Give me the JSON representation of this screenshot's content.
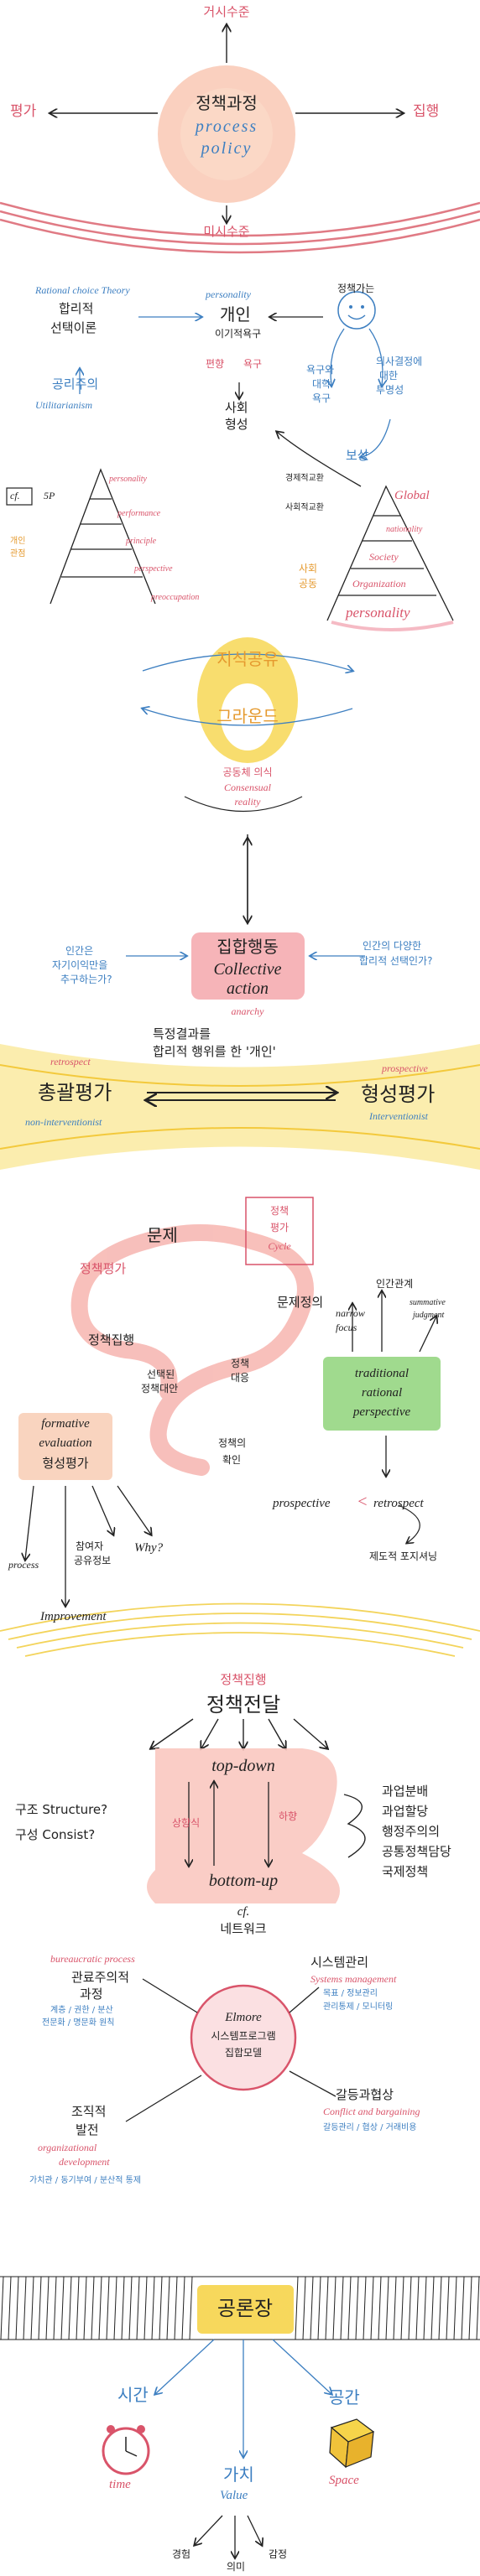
{
  "colors": {
    "red": "#d9546a",
    "blue": "#3d7fc1",
    "orange": "#e59a2f",
    "yellow": "#f6d44a",
    "pink": "#f7b9b4",
    "green": "#8fd37a",
    "salmon": "#f8cfb8"
  },
  "s1": {
    "top": "거시수준",
    "left": "평가",
    "right": "집행",
    "bottom": "미시수준",
    "center_ko": "정책과정",
    "center_en1": "process",
    "center_en2": "policy"
  },
  "s2": {
    "rct_en": "Rational choice Theory",
    "rct_ko1": "합리적",
    "rct_ko2": "선택이론",
    "personality_en": "personality",
    "gaein": "개인",
    "igijeok": "이기적욕구",
    "pyeonhyang": "편향",
    "yokgu": "욕구",
    "sahoe": "사회",
    "hyeongseong": "형성",
    "gongri_ko": "공리주의",
    "utilitarianism": "Utilitarianism",
    "jeongchaekga": "정책가는",
    "motive1": "욕구와",
    "motive2": "대학",
    "motive3": "욕구",
    "motive4": "의사결정에",
    "motive5": "대한",
    "motive6": "투명성",
    "bosang": "보상",
    "arrow_a": "경제적교환",
    "arrow_b": "사회적교환"
  },
  "s3": {
    "cf": "cf.",
    "p5": "5P",
    "left_tri": [
      "personality",
      "performance",
      "principle",
      "perspective",
      "preoccupation"
    ],
    "left_side1": "개인",
    "left_side2": "관점",
    "right_tri": [
      "Global",
      "nationality",
      "Society",
      "Organization",
      "personality"
    ],
    "right_side1": "사회",
    "right_side2": "공동"
  },
  "s4": {
    "top": "지식공유",
    "bottom": "그라운드",
    "sub_ko": "공동체 의식",
    "sub_en1": "Consensual",
    "sub_en2": "reality"
  },
  "s5": {
    "main_ko": "집합행동",
    "main_en": "Collective",
    "main_en2": "action",
    "anarchy": "anarchy",
    "left_q1": "인간은",
    "left_q2": "자기이익만을",
    "left_q3": "추구하는가?",
    "right_q1": "인간의 다양한",
    "right_q2": "합리적 선택인가?",
    "below1": "특정결과를",
    "below2": "합리적 행위를 한 '개인'"
  },
  "s6": {
    "left_ko": "총괄평가",
    "left_en1": "retrospect",
    "left_en2": "non-interventionist",
    "right_ko": "형성평가",
    "right_en1": "prospective",
    "right_en2": "Interventionist"
  },
  "s7": {
    "munje": "문제",
    "munje_def": "문제정의",
    "jeongchaek_eval": "정책평가",
    "jeongchaek_jiphaeng": "정책집행",
    "seontaek1": "선택된",
    "seontaek2": "정책대안",
    "jeongchaek_daeeung1": "정책",
    "jeongchaek_daeeung2": "대응",
    "hwaginhan1": "정책의",
    "hwaginhan2": "확인",
    "box1": "정책",
    "box2": "평가",
    "box3": "Cycle",
    "inganhwa": "인간관계",
    "narrow1": "narrow",
    "narrow2": "focus",
    "summative1": "summative",
    "summative2": "judgment",
    "green1": "traditional",
    "green2": "rational",
    "green3": "perspective",
    "prosp": "prospective",
    "lt": "<",
    "retro": "retrospect",
    "jedo": "제도적 포지셔닝",
    "form1": "formative",
    "form2": "evaluation",
    "form3": "형성평가",
    "process": "process",
    "chamyeo1": "참여자",
    "chamyeo2": "공유정보",
    "why": "Why?",
    "improvement": "Improvement"
  },
  "s8": {
    "top_red": "정책집행",
    "top": "정책전달",
    "topdown": "top-down",
    "bottomup": "bottom-up",
    "sangsik": "상향식",
    "hahyang": "하향",
    "gu1": "구조 Structure?",
    "gu2": "구성 Consist?",
    "cf": "cf.",
    "network": "네트워크",
    "right": [
      "과업분배",
      "과업할당",
      "행정주의의",
      "공통정책담당",
      "국제정책"
    ]
  },
  "s9": {
    "tl_en": "bureaucratic process",
    "tl_ko1": "관료주의적",
    "tl_ko2": "과정",
    "tl_b1": "계층 / 권한 / 분산",
    "tl_b2": "전문화 / 명문화 원칙",
    "tr_ko": "시스템관리",
    "tr_en": "Systems management",
    "tr_b1": "목표 / 정보관리",
    "tr_b2": "관리통제 / 모니터링",
    "center1": "Elmore",
    "center2": "시스템프로그램",
    "center3": "집합모델",
    "bl_ko1": "조직적",
    "bl_ko2": "발전",
    "bl_en1": "organizational",
    "bl_en2": "development",
    "bl_b1": "가치관 / 동기부여 / 분산적 통제",
    "br_ko": "갈등과협상",
    "br_en": "Conflict and bargaining",
    "br_b1": "갈등관리 / 협상 / 거래비용"
  },
  "s10": {
    "band": "공론장",
    "time_ko": "시간",
    "time_en": "time",
    "value_ko": "가치",
    "value_en": "Value",
    "space_ko": "공간",
    "space_en": "Space",
    "b1": "경험",
    "b2": "의미",
    "b3": "감정"
  }
}
